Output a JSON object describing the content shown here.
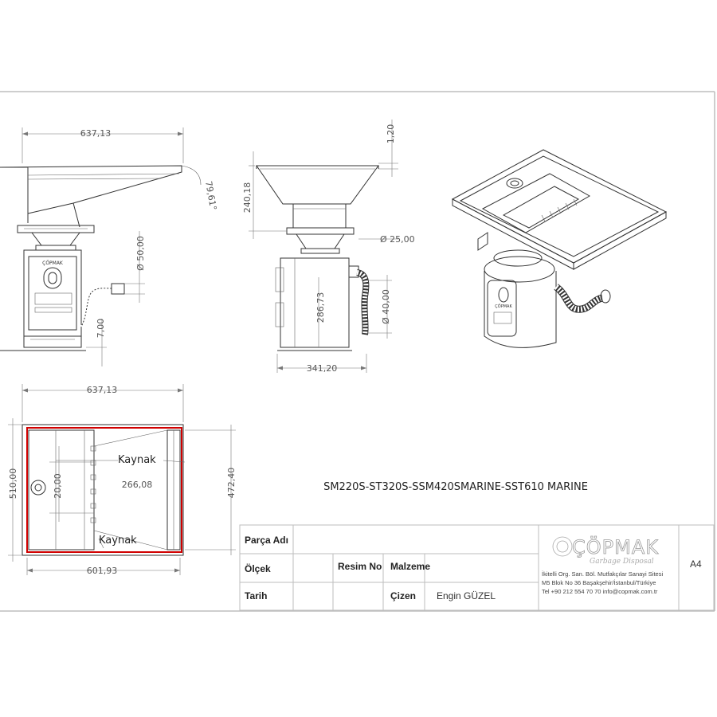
{
  "drawing": {
    "title": "SM220S-ST320S-SSM420SMARINE-SST610 MARINE",
    "dimensions": {
      "front_width": "637,13",
      "angle": "79,61°",
      "pipe_dia_50": "Ø 50,00",
      "base_7": "7,00",
      "side_height": "240,18",
      "side_top": "1,20",
      "pipe_dia_25": "Ø 25,00",
      "side_body": "286,73",
      "pipe_dia_40": "Ø 40,00",
      "side_width": "341,20",
      "top_width": "637,13",
      "top_height_left": "510,00",
      "top_inner": "20,00",
      "top_mid": "266,08",
      "top_height_right": "472,40",
      "top_bottom_width": "601,93"
    },
    "annotations": {
      "weld_top": "Kaynak",
      "weld_bottom": "Kaynak"
    },
    "logo_text": "ÇÖPMAK"
  },
  "title_block": {
    "part_name_label": "Parça Adı",
    "scale_label": "Ölçek",
    "drawing_no_label": "Resim No",
    "material_label": "Malzeme",
    "date_label": "Tarih",
    "drawn_by_label": "Çizen",
    "drawn_by_value": "Engin GÜZEL",
    "company_name": "ÇÖPMAK",
    "company_tagline": "Garbage Disposal",
    "address_line1": "İkitelli Org. San. Böl. Mutfakçılar Sanayi Sitesi",
    "address_line2": "M5 Blok No 36 Başakşehir/İstanbul/Türkiye",
    "address_line3": "Tel +90 212 554 70 70 info@copmak.com.tr",
    "paper_size": "A4"
  }
}
